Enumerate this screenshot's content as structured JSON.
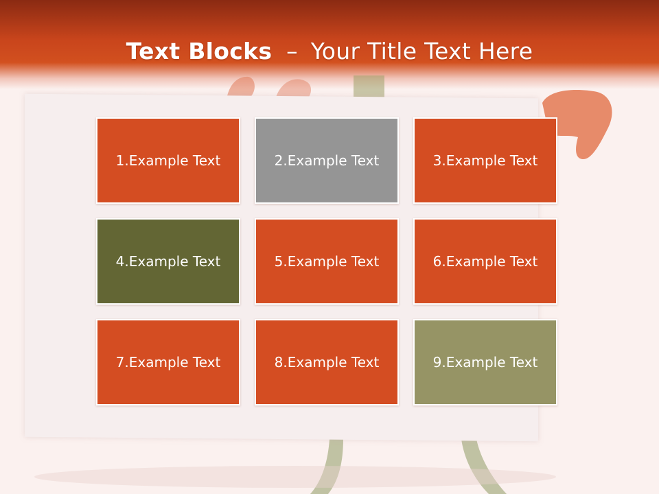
{
  "slide": {
    "title_bold": "Text Blocks",
    "title_separator": "–",
    "title_rest": "Your Title Text Here"
  },
  "colors": {
    "header_dark": "#8a2a12",
    "header_accent": "#d2501f",
    "block_orange": "#d44d22",
    "block_gray": "#959595",
    "block_olive": "#636634",
    "block_sage": "#969465",
    "background": "#fbf1ef"
  },
  "blocks": [
    {
      "label": "1.Example Text",
      "color": "#d44d22"
    },
    {
      "label": "2.Example Text",
      "color": "#959595"
    },
    {
      "label": "3.Example Text",
      "color": "#d44d22"
    },
    {
      "label": "4.Example Text",
      "color": "#636634"
    },
    {
      "label": "5.Example Text",
      "color": "#d44d22"
    },
    {
      "label": "6.Example Text",
      "color": "#d44d22"
    },
    {
      "label": "7.Example Text",
      "color": "#d44d22"
    },
    {
      "label": "8.Example Text",
      "color": "#d44d22"
    },
    {
      "label": "9.Example Text",
      "color": "#969465"
    }
  ]
}
